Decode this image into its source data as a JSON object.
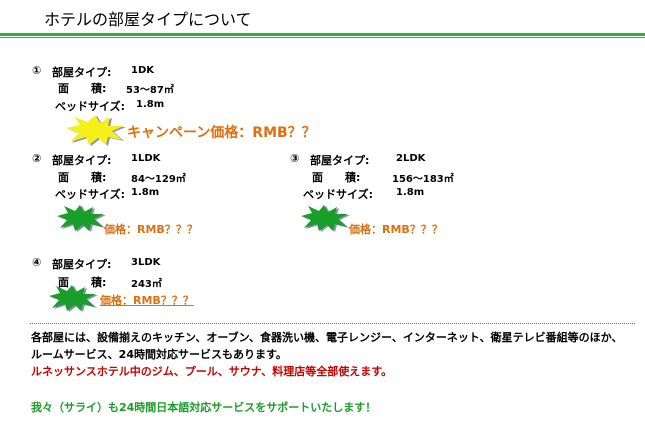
{
  "page": {
    "title": "ホテルの部屋タイプについて"
  },
  "rooms": [
    {
      "number": "①",
      "type_label": "部屋タイプ:",
      "type_value": "1DK",
      "area_label": "面　　積:",
      "area_value": "53～87㎡",
      "bed_label": "ベッドサイズ:",
      "bed_value": "1.8m",
      "price": "キャンペーン価格：RMB？？"
    },
    {
      "number": "②",
      "type_label": "部屋タイプ:",
      "type_value": "1LDK",
      "area_label": "面　　積:",
      "area_value": "84～129㎡",
      "bed_label": "ベッドサイズ:",
      "bed_value": "1.8m",
      "price": "価格：RMB？？？"
    },
    {
      "number": "③",
      "type_label": "部屋タイプ:",
      "type_value": "2LDK",
      "area_label": "面　　積:",
      "area_value": "156～183㎡",
      "bed_label": "ベッドサイズ:",
      "bed_value": "1.8m",
      "price": "価格：RMB？？？"
    },
    {
      "number": "④",
      "type_label": "部屋タイプ:",
      "type_value": "3LDK",
      "area_label": "面　　積:",
      "area_value": "243㎡",
      "bed_label": "",
      "bed_value": "",
      "price": "価格：RMB？？？"
    }
  ],
  "footer": {
    "line1": "各部屋には、設備揃えのキッチン、オーブン、食器洗い機、電子レンジー、インターネット、衛星テレビ番組等のほか、",
    "line2": "ルームサービス、24時間対応サービスもあります。",
    "line3": "ルネッサンスホテル中のジム、プール、サウナ、料理店等全部使えます。",
    "line4": "我々（サライ）も24時間日本語対応サービスをサポートいたします！"
  },
  "colors": {
    "rule": "#2fae3a",
    "price": "#e06f10",
    "star_yellow": "#f5ef1a",
    "star_green": "#1a9e2a",
    "star_shadow": "#8a8fb8",
    "footer_red": "#c80000",
    "footer_green": "#1a9e2a"
  }
}
